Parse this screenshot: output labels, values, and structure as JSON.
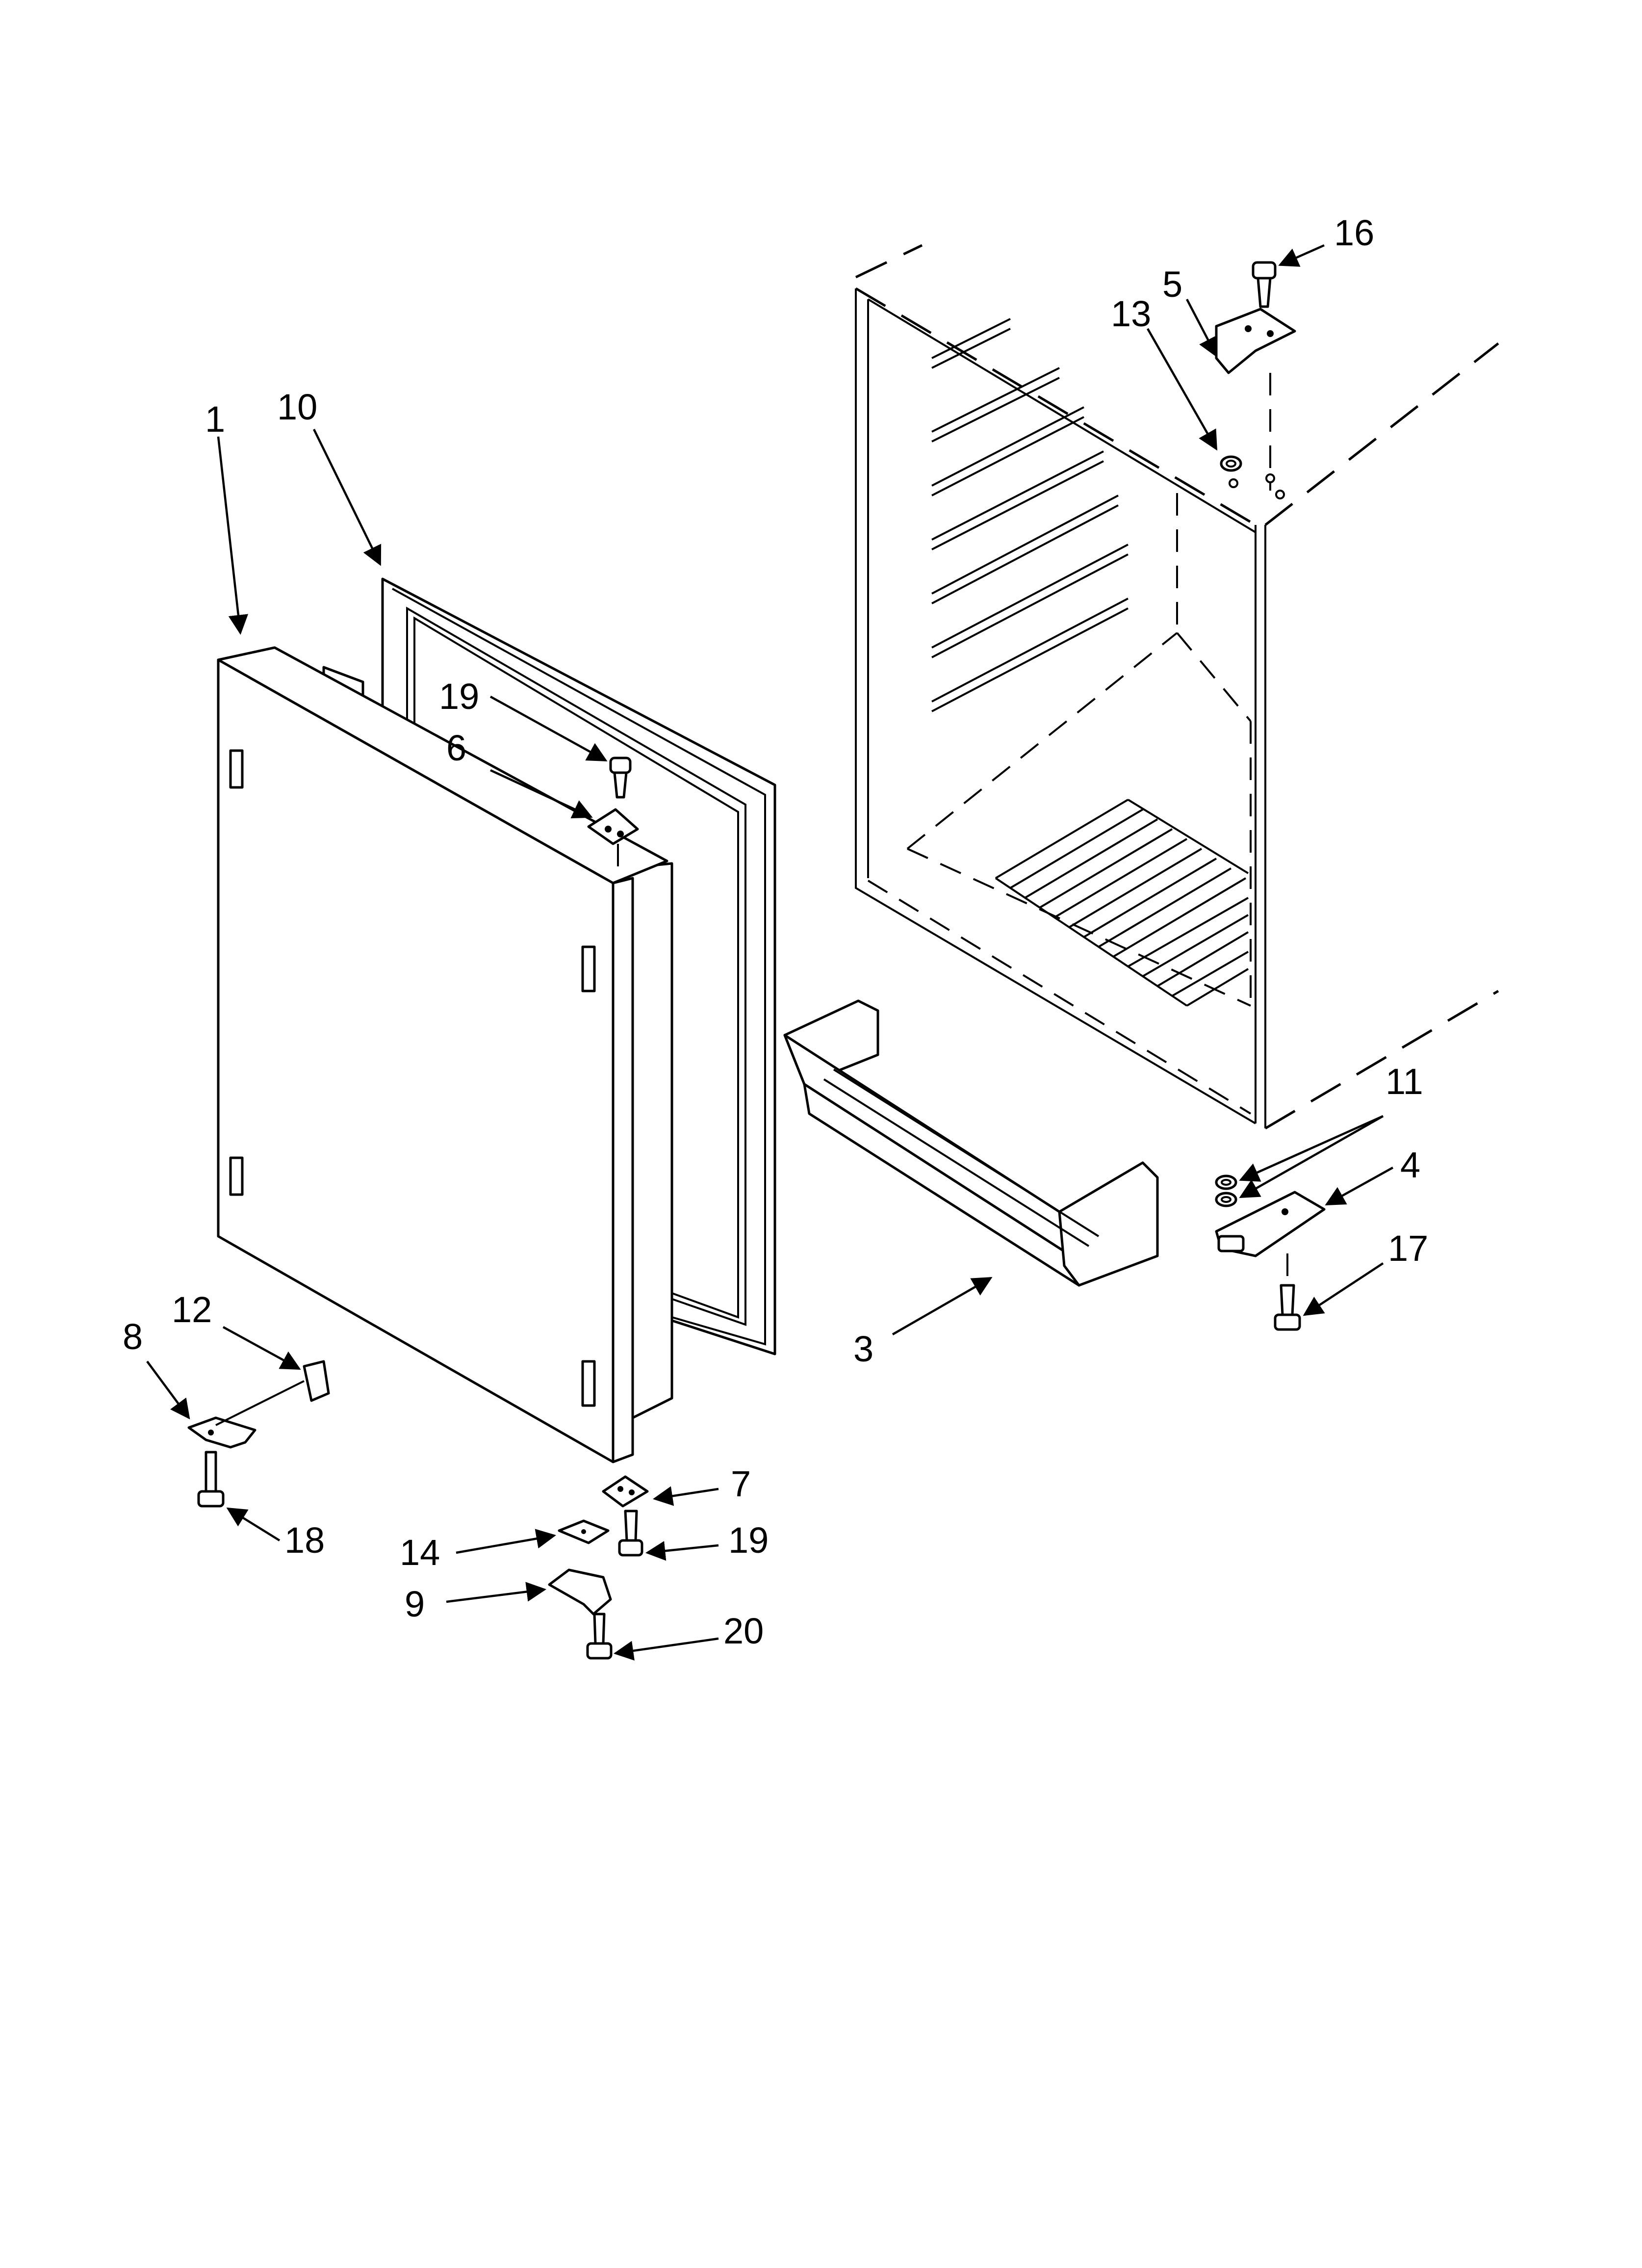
{
  "diagram": {
    "part_labels": {
      "p1": "1",
      "p3": "3",
      "p4": "4",
      "p5": "5",
      "p6": "6",
      "p7": "7",
      "p8": "8",
      "p9": "9",
      "p10": "10",
      "p11": "11",
      "p12": "12",
      "p13": "13",
      "p14": "14",
      "p16": "16",
      "p17": "17",
      "p18": "18",
      "p19a": "19",
      "p19b": "19",
      "p20": "20"
    }
  }
}
